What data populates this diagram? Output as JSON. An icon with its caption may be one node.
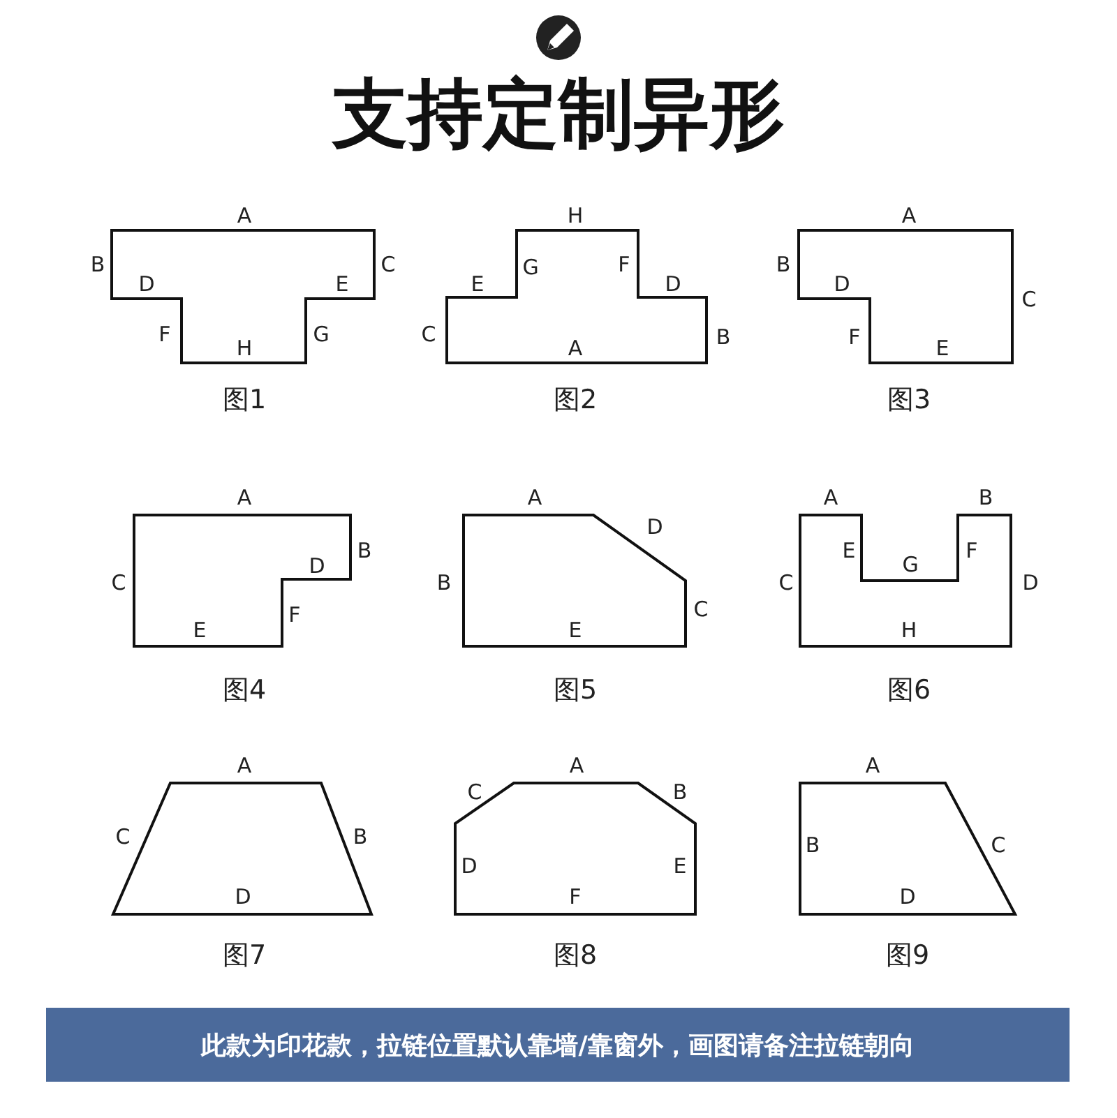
{
  "diagram": {
    "title": "支持定制异形",
    "nodes": [
      {
        "text": [
          "此款为印花款，拉链位置默认靠墙/靠窗外，画图请备注拉链朝向"
        ]
      }
    ],
    "labels": [
      "A",
      "B",
      "C",
      "D",
      "E",
      "F",
      "G",
      "H",
      "图1",
      "H",
      "G",
      "F",
      "E",
      "D",
      "C",
      "A",
      "B",
      "图2",
      "A",
      "B",
      "C",
      "D",
      "F",
      "E",
      "图3",
      "A",
      "B",
      "C",
      "D",
      "F",
      "E",
      "图4",
      "A",
      "D",
      "B",
      "C",
      "E",
      "图5",
      "A",
      "B",
      "E",
      "F",
      "G",
      "C",
      "D",
      "H",
      "图6",
      "A",
      "C",
      "B",
      "D",
      "图7",
      "C",
      "A",
      "B",
      "D",
      "E",
      "F",
      "图8",
      "A",
      "B",
      "C",
      "D",
      "图9"
    ]
  }
}
